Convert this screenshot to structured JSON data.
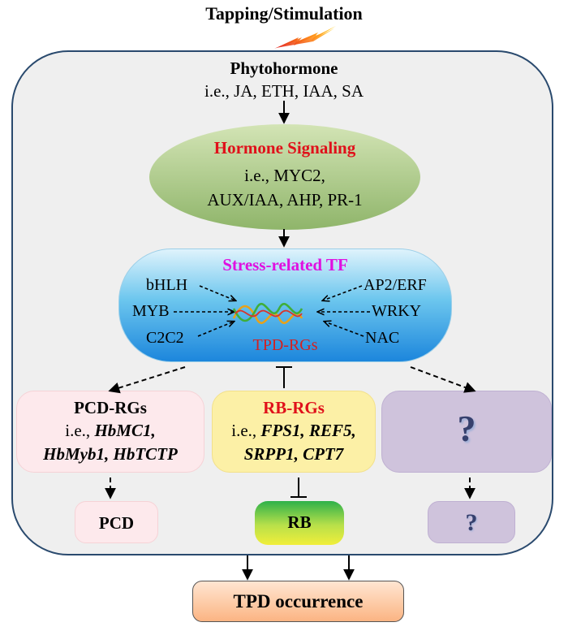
{
  "tapping": {
    "title": "Tapping/Stimulation",
    "icon": "lightning-icon"
  },
  "phytohormone": {
    "title": "Phytohormone",
    "examples": "i.e., JA, ETH, IAA, SA"
  },
  "hormone_signaling": {
    "title": "Hormone Signaling",
    "line1": "i.e., MYC2,",
    "line2": "AUX/IAA, AHP, PR-1"
  },
  "stress_tf": {
    "title": "Stress-related TF",
    "factors": [
      "bHLH",
      "MYB",
      "C2C2",
      "AP2/ERF",
      "WRKY",
      "NAC"
    ],
    "target": "TPD-RGs",
    "icon": "dna-helix-icon"
  },
  "pcd_rgs": {
    "title": "PCD-RGs",
    "prefix": "i.e., ",
    "gene1": "HbMC1,",
    "gene2": "HbMyb1,",
    "gene3": "HbTCTP"
  },
  "rb_rgs": {
    "title": "RB-RGs",
    "prefix": "i.e., ",
    "gene1": "FPS1,",
    "gene2": "REF5,",
    "gene3": "SRPP1,",
    "gene4": "CPT7"
  },
  "unknown": {
    "mark": "?",
    "small_mark": "?"
  },
  "outcomes": {
    "pcd": "PCD",
    "rb": "RB"
  },
  "final": {
    "label": "TPD occurrence"
  },
  "colors": {
    "hormone_title": "#e0101a",
    "tf_title": "#e010e0",
    "tpd_rgs": "#d42020",
    "panel_border": "#2a4a6e"
  }
}
